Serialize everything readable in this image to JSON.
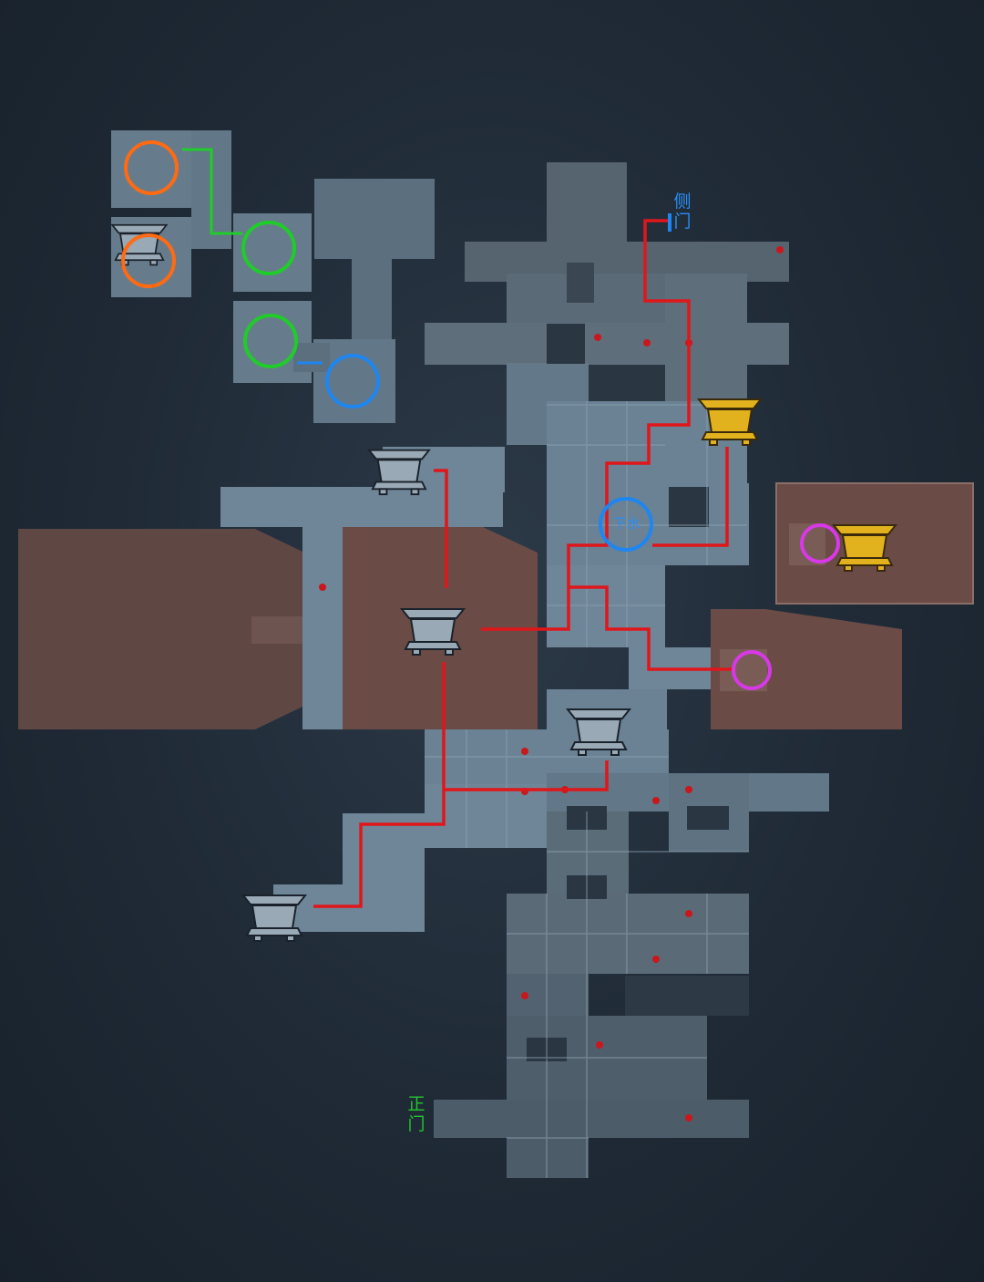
{
  "map": {
    "labels": {
      "side_gate": [
        "侧",
        "门"
      ],
      "main_gate": [
        "正",
        "门"
      ],
      "go_down": "下水"
    },
    "colors": {
      "background": "#1f2a36",
      "room_light": "#6f8799",
      "room_mid": "#5e7282",
      "room_dark": "#4d5c69",
      "hall_brown": "#6a4b46",
      "route_red": "#e0161b",
      "orange_marker": "#ff6a13",
      "green_marker": "#1fcc2a",
      "blue_marker": "#1e86f0",
      "purple_marker": "#d838e8",
      "gold_chest": "#e2b21e",
      "silver_chest": "#9aa9b6",
      "side_gate_text": "#2a8ef5",
      "main_gate_text": "#22c62e"
    },
    "icons": {
      "chest": "treasure-chest-icon",
      "gold_chest": "golden-treasure-chest-icon",
      "marker": "circle-marker-icon",
      "trap": "trap-dot-icon"
    }
  }
}
